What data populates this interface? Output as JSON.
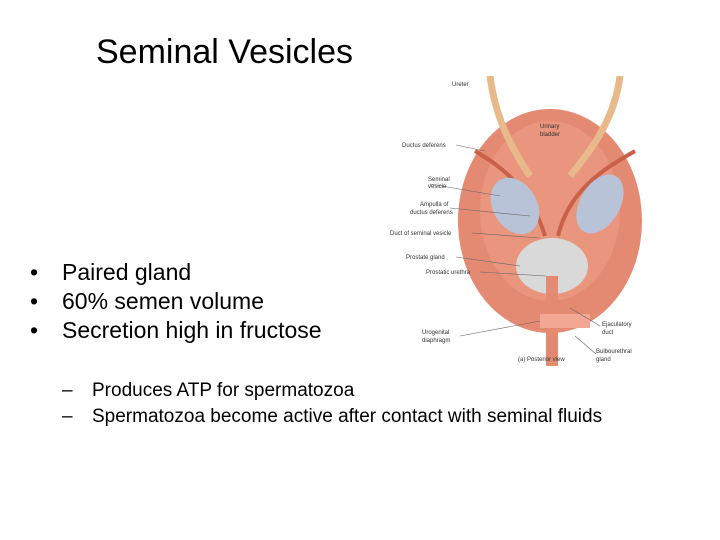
{
  "slide": {
    "title": "Seminal Vesicles",
    "bullets": [
      "Paired gland",
      "60% semen volume",
      "Secretion high in fructose"
    ],
    "sub_bullets": [
      "Produces ATP for spermatozoa",
      "Spermatozoa become active after contact with seminal fluids"
    ],
    "bullet_marker": "•",
    "dash_marker": "–"
  },
  "figure": {
    "labels": {
      "ureter": "Ureter",
      "urinary_bladder_1": "Urinary",
      "urinary_bladder_2": "bladder",
      "ductus_deferens": "Ductus deferens",
      "seminal_vesicle_1": "Seminal",
      "seminal_vesicle_2": "vesicle",
      "ampulla_1": "Ampulla of",
      "ampulla_2": "ductus deferens",
      "duct_of_seminal_vesicle": "Duct of seminal vesicle",
      "prostate_gland": "Prostate gland",
      "prostatic_urethra": "Prostatic urethra",
      "urogenital_1": "Urogenital",
      "urogenital_2": "diaphragm",
      "ejaculatory_1": "Ejaculatory",
      "ejaculatory_2": "duct",
      "bulbourethral_1": "Bulbourethral",
      "bulbourethral_2": "gland",
      "view_caption": "(a) Posterior view"
    },
    "colors": {
      "bladder": "#e58a72",
      "bladder_dark": "#c8604a",
      "vesicle": "#b9c3d8",
      "duct": "#e8b98a",
      "label_text": "#333333",
      "leader": "#666666"
    }
  }
}
